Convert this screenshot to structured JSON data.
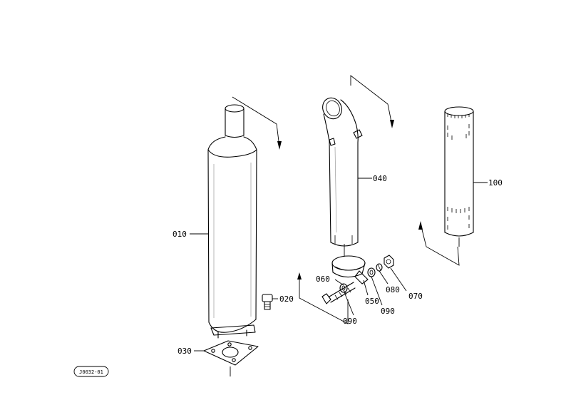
{
  "diagram": {
    "labels": {
      "muffler": "010",
      "plug": "020",
      "gasket": "030",
      "exhaust_pipe": "040",
      "clamp": "050",
      "bolt": "060",
      "nut": "070",
      "spring_washer": "080",
      "washer_a": "090",
      "washer_b": "090",
      "spark_arrester": "100"
    },
    "reference_code": "J0032-01"
  }
}
